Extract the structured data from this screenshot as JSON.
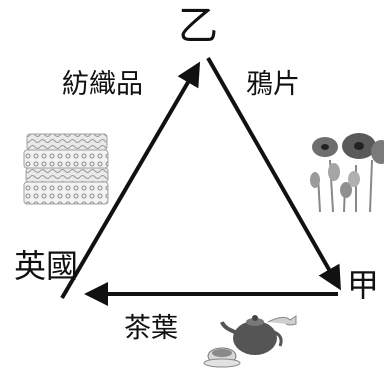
{
  "nodes": {
    "top": "乙",
    "right": "甲",
    "left": "英國"
  },
  "edges": {
    "left_to_top": "紡織品",
    "top_to_right": "鴉片",
    "right_to_left": "茶葉"
  },
  "images": {
    "textile": "fabric-bundle-picture",
    "poppy": "poppy-flowers-picture",
    "teapot": "teapot-and-cup-picture"
  },
  "colors": {
    "arrow": "#111111",
    "text": "#111111"
  }
}
